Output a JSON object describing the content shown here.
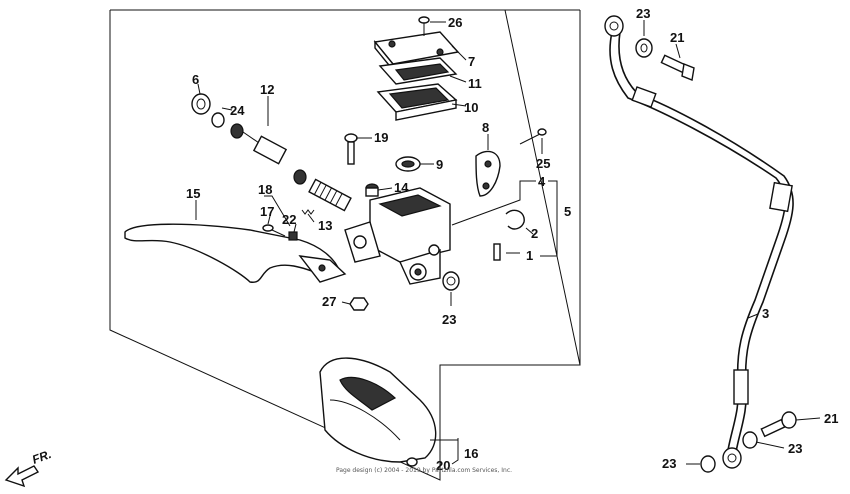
{
  "callouts": {
    "c1": "1",
    "c2": "2",
    "c3": "3",
    "c4": "4",
    "c5": "5",
    "c6": "6",
    "c7": "7",
    "c8": "8",
    "c9": "9",
    "c10": "10",
    "c11": "11",
    "c12": "12",
    "c13": "13",
    "c14": "14",
    "c15": "15",
    "c16": "16",
    "c17": "17",
    "c18": "18",
    "c19": "19",
    "c20": "20",
    "c21a": "21",
    "c21b": "21",
    "c22": "22",
    "c23a": "23",
    "c23b": "23",
    "c23c": "23",
    "c23d": "23",
    "c24": "24",
    "c25": "25",
    "c26": "26",
    "c27": "27"
  },
  "copyright": "Page design (c) 2004 - 2019 by Partzilla.com Services, Inc.",
  "direction_label": "FR."
}
